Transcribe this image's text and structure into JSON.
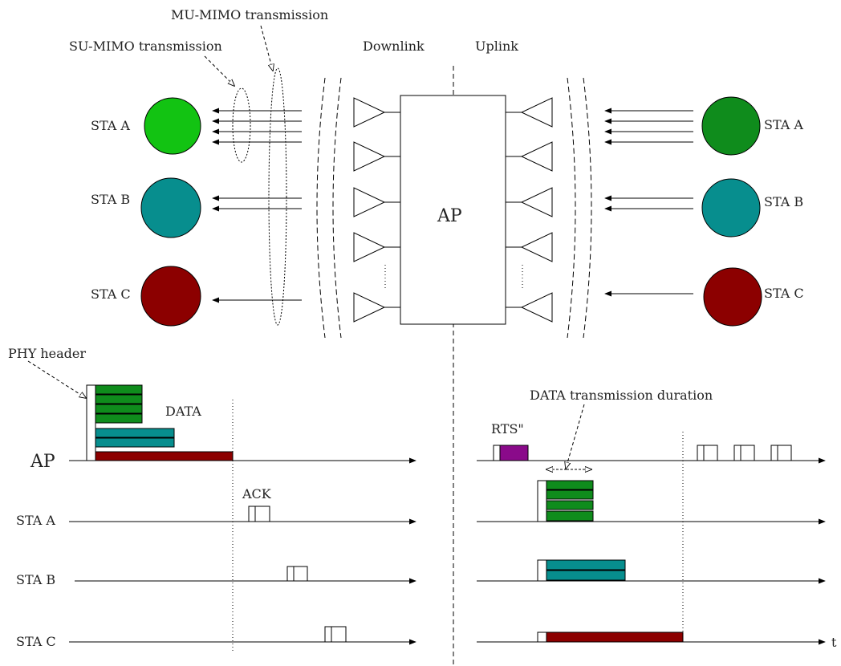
{
  "labels": {
    "mu_mimo": "MU-MIMO transmission",
    "su_mimo": "SU-MIMO transmission",
    "downlink": "Downlink",
    "uplink": "Uplink",
    "ap_box": "AP",
    "sta_a": "STA A",
    "sta_b": "STA B",
    "sta_c": "STA C",
    "phy_header": "PHY header",
    "data": "DATA",
    "ap_axis": "AP",
    "ack": "ACK",
    "rts": "RTS\"",
    "data_duration": "DATA transmission duration",
    "t": "t"
  },
  "colors": {
    "sta_a_light": "#12c312",
    "sta_a": "#0f8c1c",
    "sta_b": "#078e8e",
    "sta_c": "#8c0000",
    "rts": "#8a0a8a"
  }
}
